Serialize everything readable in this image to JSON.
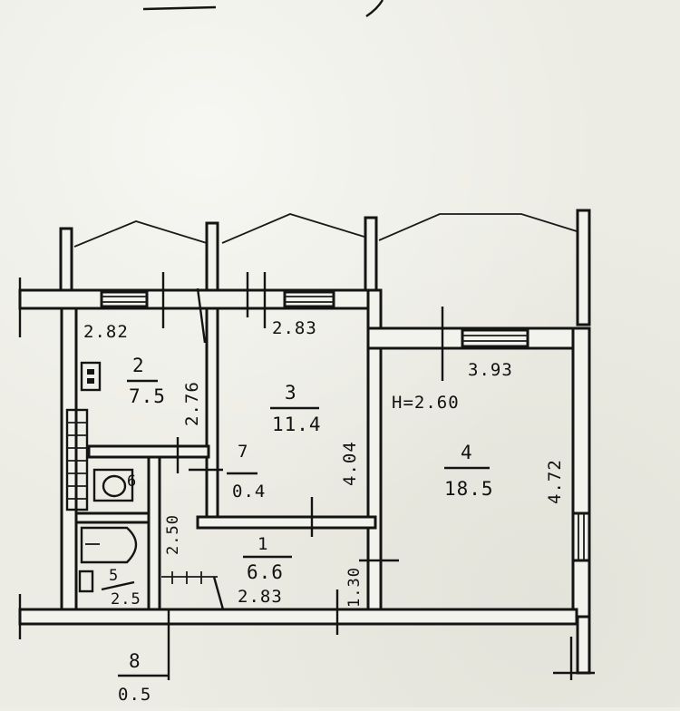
{
  "ceiling_height": "H=2.60",
  "rooms": [
    {
      "number": "2",
      "area": "7.5",
      "width": "2.82",
      "length": "2.76"
    },
    {
      "number": "3",
      "area": "11.4",
      "width": "2.83",
      "length": "4.04"
    },
    {
      "number": "4",
      "area": "18.5",
      "width": "3.93",
      "length": "4.72"
    },
    {
      "number": "7",
      "area": "0.4"
    },
    {
      "number": "1",
      "area": "6.6",
      "width": "2.83",
      "length": "1.30"
    },
    {
      "number": "5",
      "area": "2.5"
    },
    {
      "number": "6"
    },
    {
      "number": "8",
      "area": "0.5"
    }
  ],
  "dimensions": {
    "corridor_side": "2.50"
  }
}
